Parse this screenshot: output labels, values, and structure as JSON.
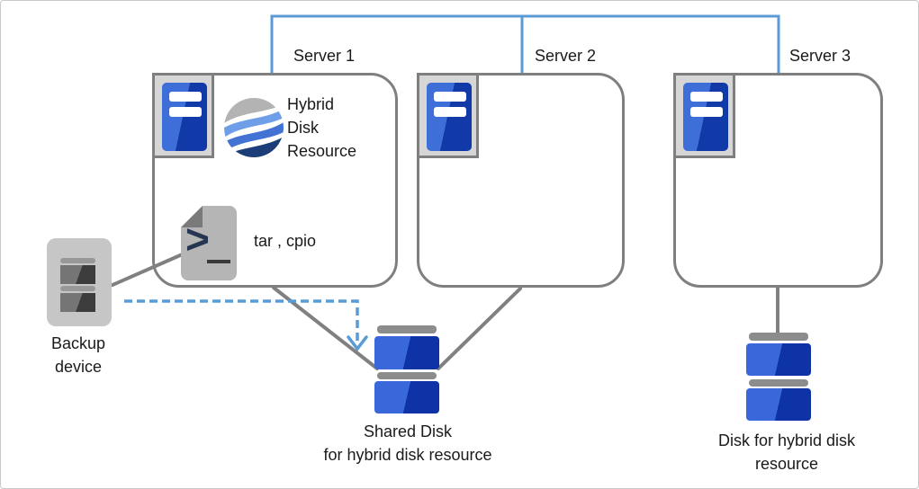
{
  "diagram_title": "hybrid disk backup diagram",
  "servers": [
    {
      "label": "Server 1"
    },
    {
      "label": "Server 2"
    },
    {
      "label": "Server 3"
    }
  ],
  "hybrid_resource": {
    "line1": "Hybrid",
    "line2": "Disk",
    "line3": "Resource"
  },
  "commands": {
    "label": "tar , cpio",
    "prompt_glyph": ">"
  },
  "backup_device": {
    "line1": "Backup",
    "line2": "device"
  },
  "shared_disk": {
    "line1": "Shared Disk",
    "line2": "for hybrid disk resource"
  },
  "hybrid_disk": {
    "line1": "Disk for hybrid disk",
    "line2": "resource"
  },
  "colors": {
    "connector_blue": "#5B9BD5",
    "line_gray": "#808080",
    "box_border_gray": "#7F7F7F",
    "server_blue_light": "#3E6FD8",
    "server_blue_dark": "#1239A8",
    "disk_blue_light": "#3868DA",
    "disk_blue_dark": "#0D33A6",
    "cap_gray": "#8C8C8C",
    "device_gray": "#C6C6C6",
    "doc_gray": "#B5B5B5",
    "globe_gray": "#B3B3B3",
    "globe_blue_light": "#6F9EE8",
    "globe_blue_mid": "#4272D4",
    "globe_blue_dark": "#1B3E78"
  }
}
